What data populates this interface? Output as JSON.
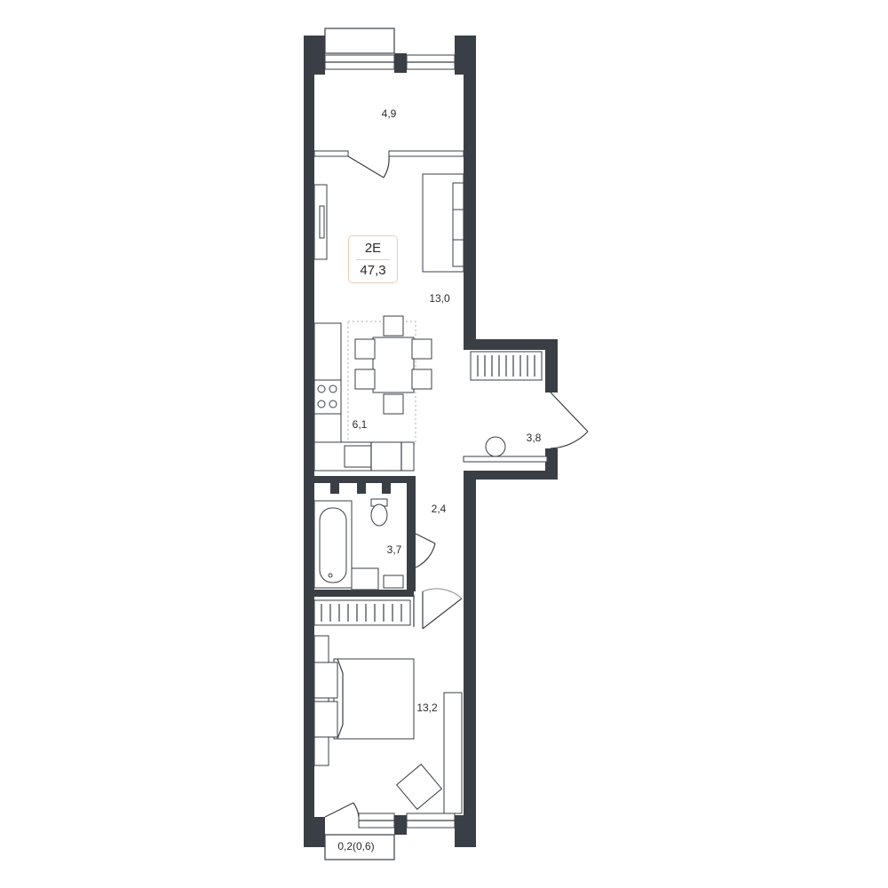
{
  "unit": {
    "type": "2E",
    "total_area": "47,3"
  },
  "rooms": [
    {
      "id": "loggia-top",
      "area": "4,9"
    },
    {
      "id": "living-room",
      "area": "13,0"
    },
    {
      "id": "kitchen",
      "area": "6,1"
    },
    {
      "id": "entrance-hall",
      "area": "3,8"
    },
    {
      "id": "corridor",
      "area": "2,4"
    },
    {
      "id": "bathroom",
      "area": "3,7"
    },
    {
      "id": "bedroom",
      "area": "13,2"
    },
    {
      "id": "balcony-bottom",
      "area": "0,2(0,6)"
    }
  ],
  "colors": {
    "wall": "#3a3f45",
    "badge_border": "#e8cfb5",
    "text": "#2b2b2b"
  }
}
